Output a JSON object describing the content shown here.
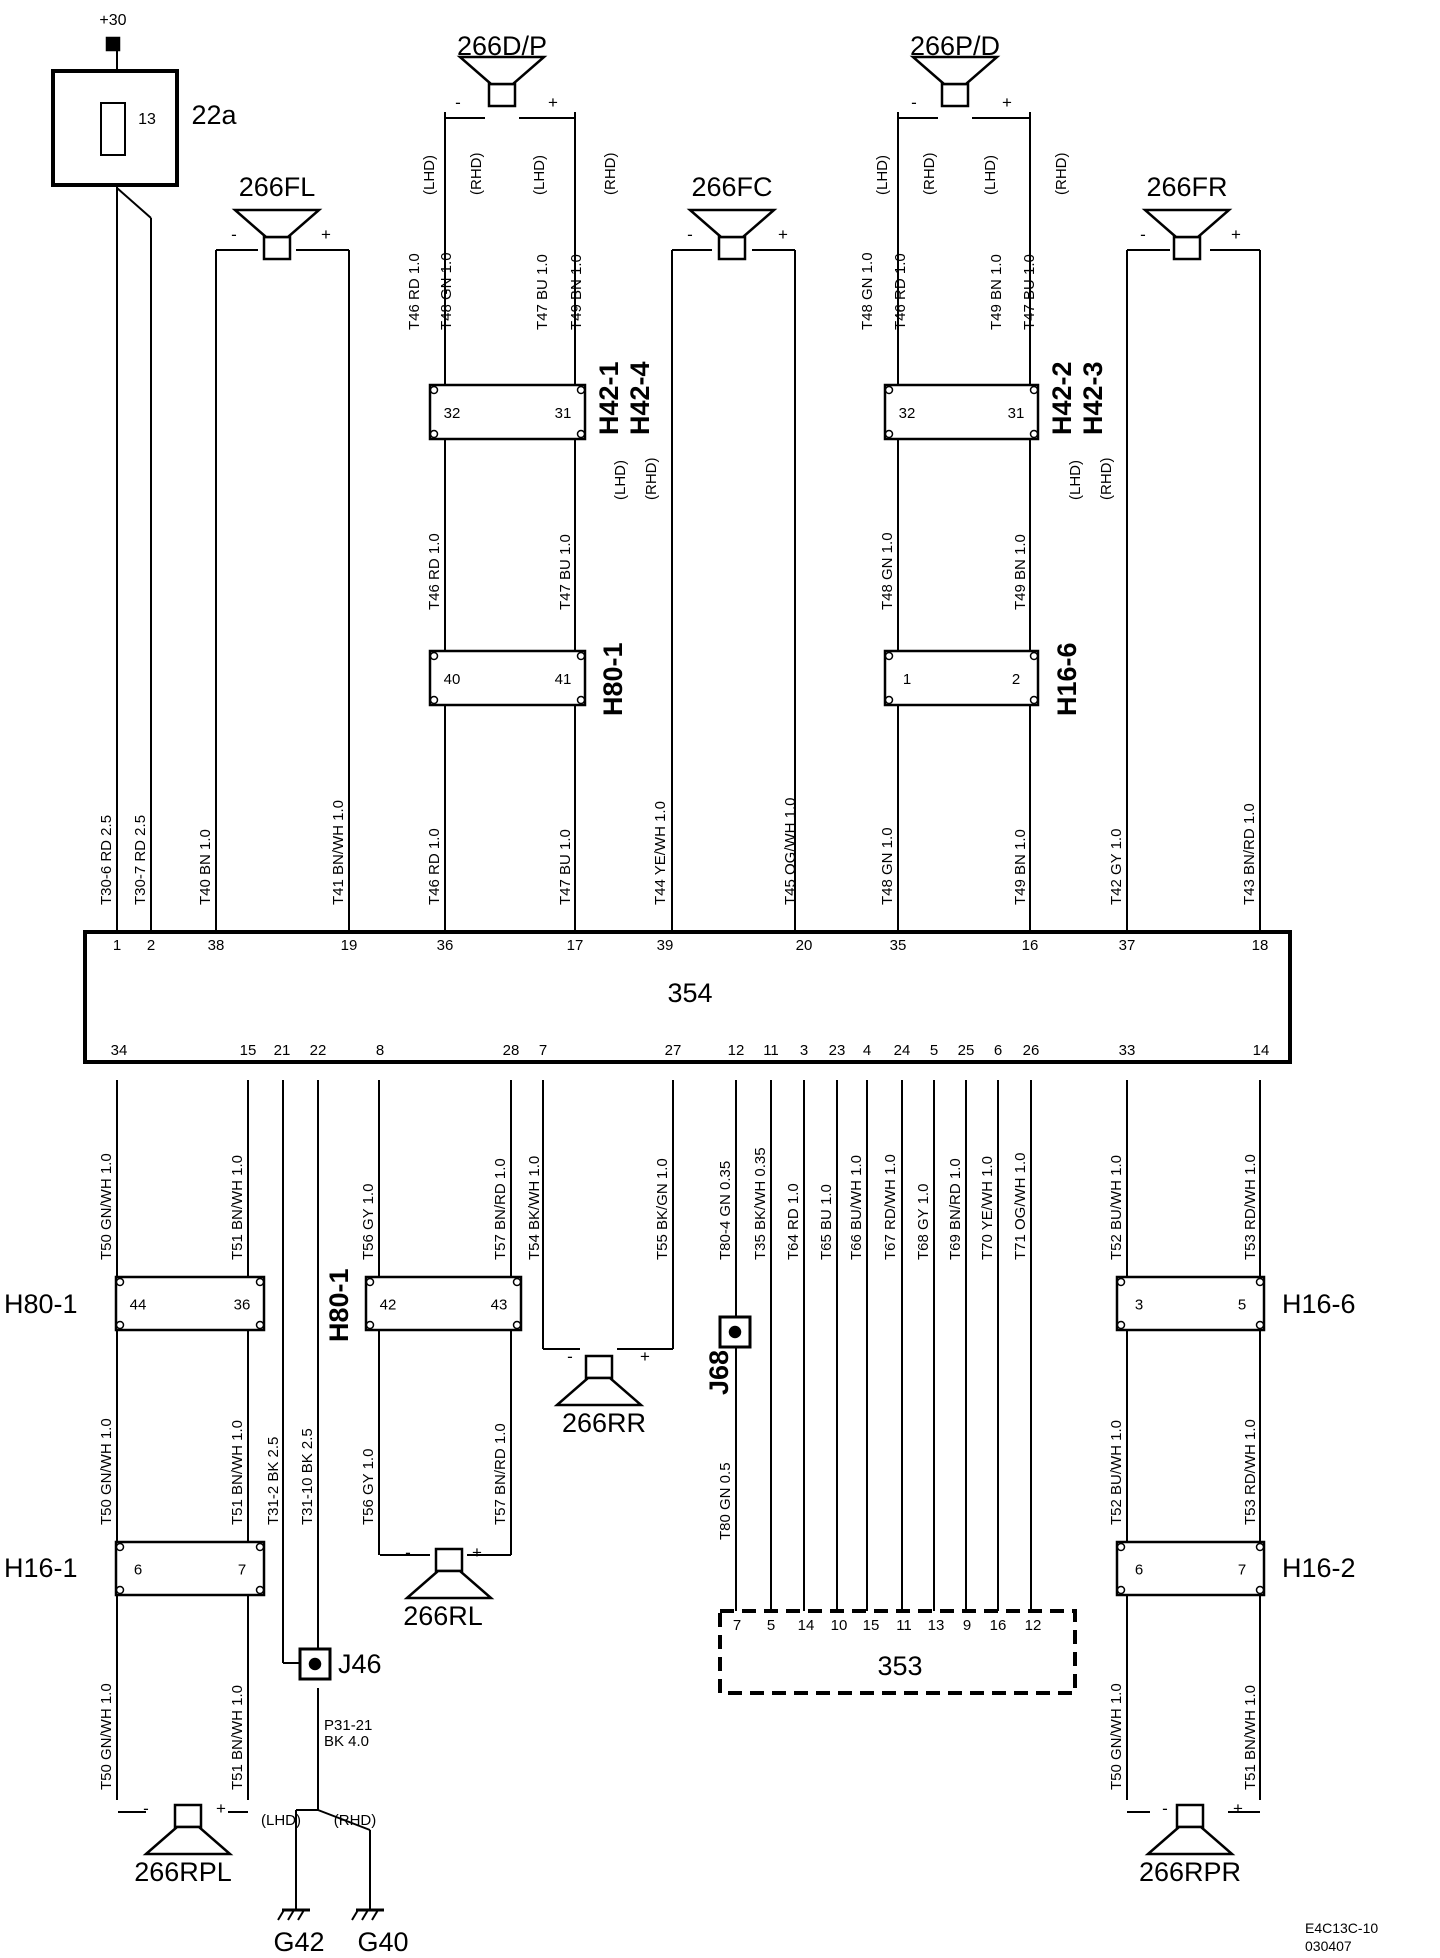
{
  "power": {
    "supply": "+30",
    "fuse_number": "13",
    "fuse_box": "22a"
  },
  "unit_354": {
    "label": "354",
    "top_pins": [
      "1",
      "2",
      "38",
      "19",
      "36",
      "17",
      "39",
      "20",
      "35",
      "16",
      "37",
      "18"
    ],
    "bottom_pins": [
      "34",
      "15",
      "21",
      "22",
      "8",
      "28",
      "7",
      "27",
      "12",
      "11",
      "3",
      "23",
      "4",
      "24",
      "5",
      "25",
      "6",
      "26",
      "33",
      "14"
    ]
  },
  "unit_353": {
    "label": "353",
    "pins": [
      "7",
      "5",
      "14",
      "10",
      "15",
      "11",
      "13",
      "9",
      "16",
      "12"
    ]
  },
  "speakers": [
    "266D/P",
    "266P/D",
    "266FL",
    "266FC",
    "266FR",
    "266RPL",
    "266RL",
    "266RR",
    "266RPR"
  ],
  "polarity": {
    "minus": "-",
    "plus": "+"
  },
  "drive_side": {
    "lhd": "(LHD)",
    "rhd": "(RHD)"
  },
  "top_wires": [
    "T30-6  RD  2.5",
    "T30-7  RD  2.5",
    "T40  BN  1.0",
    "T41  BN/WH  1.0",
    "T46  RD  1.0",
    "T47  BU  1.0",
    "T44  YE/WH  1.0",
    "T45  OG/WH  1.0",
    "T48  GN  1.0",
    "T49  BN  1.0",
    "T42  GY  1.0",
    "T43  BN/RD  1.0"
  ],
  "mid_wires": [
    "T46  RD  1.0",
    "T47  BU  1.0",
    "T48  GN  1.0",
    "T49  BN  1.0"
  ],
  "upper_wires": [
    "T46  RD  1.0",
    "T48  GN  1.0",
    "T47  BU  1.0",
    "T49  BN  1.0",
    "T48  GN  1.0",
    "T46  RD  1.0",
    "T49  BN  1.0",
    "T47  BU  1.0"
  ],
  "lower_wires": [
    "T50  GN/WH  1.0",
    "T51  BN/WH  1.0",
    "T56  GY  1.0",
    "T57  BN/RD  1.0",
    "T54  BK/WH  1.0",
    "T55  BK/GN  1.0",
    "T80-4  GN  0.35",
    "T35  BK/WH  0.35",
    "T64  RD  1.0",
    "T65  BU  1.0",
    "T66  BU/WH  1.0",
    "T67  RD/WH  1.0",
    "T68  GY  1.0",
    "T69  BN/RD  1.0",
    "T70  YE/WH  1.0",
    "T71  OG/WH  1.0",
    "T52  BU/WH  1.0",
    "T53  RD/WH  1.0",
    "T50  GN/WH  1.0",
    "T51  BN/WH  1.0",
    "T31-2  BK  2.5",
    "T31-10  BK  2.5",
    "T56  GY  1.0",
    "T57  BN/RD  1.0",
    "T80  GN  0.5",
    "T52  BU/WH  1.0",
    "T53  RD/WH  1.0",
    "T50  GN/WH  1.0",
    "T51  BN/WH  1.0",
    "T50  GN/WH  1.0",
    "T51  BN/WH  1.0"
  ],
  "connectors": {
    "h42_1": "H42-1",
    "h42_4": "H42-4",
    "h42_2": "H42-2",
    "h42_3": "H42-3",
    "h80_1": "H80-1",
    "h16_6": "H16-6",
    "h16_1": "H16-1",
    "h16_2": "H16-2"
  },
  "connector_pins": {
    "h42_left": [
      "32",
      "31"
    ],
    "h42_right": [
      "32",
      "31"
    ],
    "h80_top": [
      "40",
      "41"
    ],
    "h16_6_top": [
      "1",
      "2"
    ],
    "h80_rl_a": [
      "44",
      "36"
    ],
    "h80_rl_b": [
      "42",
      "43"
    ],
    "h16_6_bot": [
      "3",
      "5"
    ],
    "h16_1": [
      "6",
      "7"
    ],
    "h16_2": [
      "6",
      "7"
    ]
  },
  "splices": {
    "j68": "J68",
    "j46": "J46"
  },
  "ground": {
    "wire_id": "P31-21",
    "wire_spec": "BK 4.0",
    "lhd": "(LHD)",
    "rhd": "(RHD)",
    "g42": "G42",
    "g40": "G40"
  },
  "footer": {
    "code": "E4C13C-10",
    "date": "030407"
  }
}
